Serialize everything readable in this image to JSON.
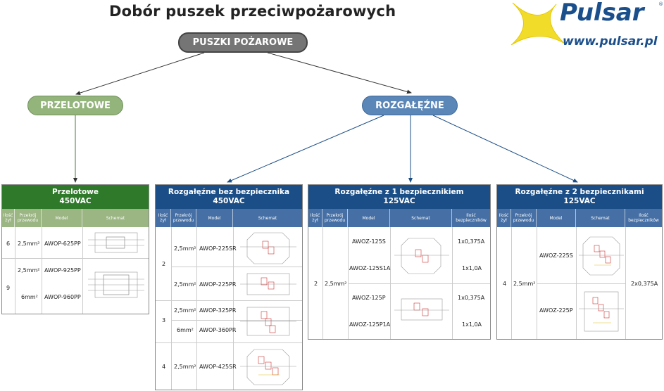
{
  "title": "Dobór puszek przeciwpożarowych",
  "logo": {
    "name": "Pulsar",
    "url": "www.pulsar.pl",
    "reg": "®"
  },
  "nodes": {
    "root": "PUSZKI POŻAROWE",
    "przelotowe": "PRZELOTOWE",
    "rozgalezne": "ROZGAŁĘŹNE"
  },
  "colors": {
    "green_head": "#2e7a2a",
    "blue_head": "#1b4e86",
    "pill_green": "#93b47b",
    "pill_blue": "#5b86b8",
    "pill_gray": "#757575",
    "logo_blue": "#1a4f8c",
    "logo_yellow": "#f2dc2a"
  },
  "cols": {
    "ilosc": "Ilość żył",
    "przekroj": "Przekrój przewodu",
    "model": "Model",
    "schemat": "Schemat",
    "bezp": "Ilość bezpieczników"
  },
  "t1": {
    "title1": "Przelotowe",
    "title2": "450VAC",
    "r1": {
      "zyl": "6",
      "przekroj": "2,5mm²",
      "model": "AWOP-625PP"
    },
    "r2": {
      "zyl": "9",
      "przekroj_a": "2,5mm²",
      "model_a": "AWOP-925PP",
      "przekroj_b": "6mm²",
      "model_b": "AWOP-960PP"
    }
  },
  "t2": {
    "title1": "Rozgałęźne bez bezpiecznika",
    "title2": "450VAC",
    "g1": {
      "zyl": "2",
      "r1p": "2,5mm²",
      "r1m": "AWOP-225SR",
      "r2p": "2,5mm²",
      "r2m": "AWOP-225PR"
    },
    "g2": {
      "zyl": "3",
      "r1p": "2,5mm²",
      "r1m": "AWOP-325PR",
      "r2p": "6mm²",
      "r2m": "AWOP-360PR"
    },
    "g3": {
      "zyl": "4",
      "r1p": "2,5mm²",
      "r1m": "AWOP-425SR"
    }
  },
  "t3": {
    "title1": "Rozgałęźne z 1 bezpiecznikiem",
    "title2": "125VAC",
    "zyl": "2",
    "przekroj": "2,5mm²",
    "rows": [
      {
        "model": "AWOZ-125S",
        "bezp": "1x0,375A"
      },
      {
        "model": "AWOZ-125S1A",
        "bezp": "1x1,0A"
      },
      {
        "model": "AWOZ-125P",
        "bezp": "1x0,375A"
      },
      {
        "model": "AWOZ-125P1A",
        "bezp": "1x1,0A"
      }
    ]
  },
  "t4": {
    "title1": "Rozgałęźne z 2 bezpiecznikami",
    "title2": "125VAC",
    "zyl": "4",
    "przekroj": "2,5mm²",
    "bezp": "2x0,375A",
    "rows": [
      {
        "model": "AWOZ-225S"
      },
      {
        "model": "AWOZ-225P"
      }
    ]
  }
}
